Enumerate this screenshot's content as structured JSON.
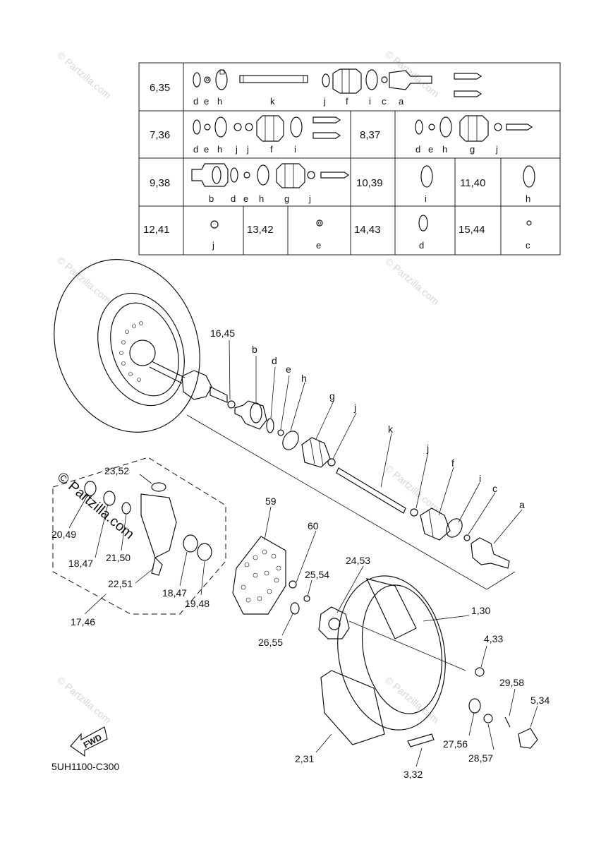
{
  "diagram_code": "5UH1100-C300",
  "watermark": "© Partzilla.com",
  "fwd_label": "FWD",
  "table": {
    "rows": [
      {
        "code": "6,35",
        "letters": [
          "d",
          "e",
          "h",
          "k",
          "j",
          "f",
          "i",
          "c",
          "a"
        ]
      },
      {
        "code": "7,36",
        "letters": [
          "d",
          "e",
          "h",
          "j",
          "j",
          "f",
          "i"
        ]
      },
      {
        "code": "8,37",
        "letters": [
          "d",
          "e",
          "h",
          "g",
          "j"
        ]
      },
      {
        "code": "9,38",
        "letters": [
          "b",
          "d",
          "e",
          "h",
          "g",
          "j"
        ]
      },
      {
        "code": "10,39",
        "letters": [
          "i"
        ]
      },
      {
        "code": "11,40",
        "letters": [
          "h"
        ]
      },
      {
        "code": "12,41",
        "letters": [
          "j"
        ]
      },
      {
        "code": "13,42",
        "letters": [
          "e"
        ]
      },
      {
        "code": "14,43",
        "letters": [
          "d"
        ]
      },
      {
        "code": "15,44",
        "letters": [
          "c"
        ]
      }
    ]
  },
  "callouts": {
    "p16_45": "16,45",
    "b": "b",
    "d": "d",
    "e": "e",
    "h": "h",
    "g": "g",
    "j": "j",
    "k": "k",
    "j2": "j",
    "f": "f",
    "i": "i",
    "c": "c",
    "a": "a",
    "p23_52": "23,52",
    "p59": "59",
    "p60": "60",
    "p24_53": "24,53",
    "p25_54": "25,54",
    "p20_49": "20,49",
    "p18_47a": "18,47",
    "p21_50": "21,50",
    "p22_51": "22,51",
    "p18_47b": "18,47",
    "p19_48": "19,48",
    "p17_46": "17,46",
    "p26_55": "26,55",
    "p1_30": "1,30",
    "p4_33": "4,33",
    "p29_58": "29,58",
    "p5_34": "5,34",
    "p27_56": "27,56",
    "p28_57": "28,57",
    "p2_31": "2,31",
    "p3_32": "3,32"
  }
}
